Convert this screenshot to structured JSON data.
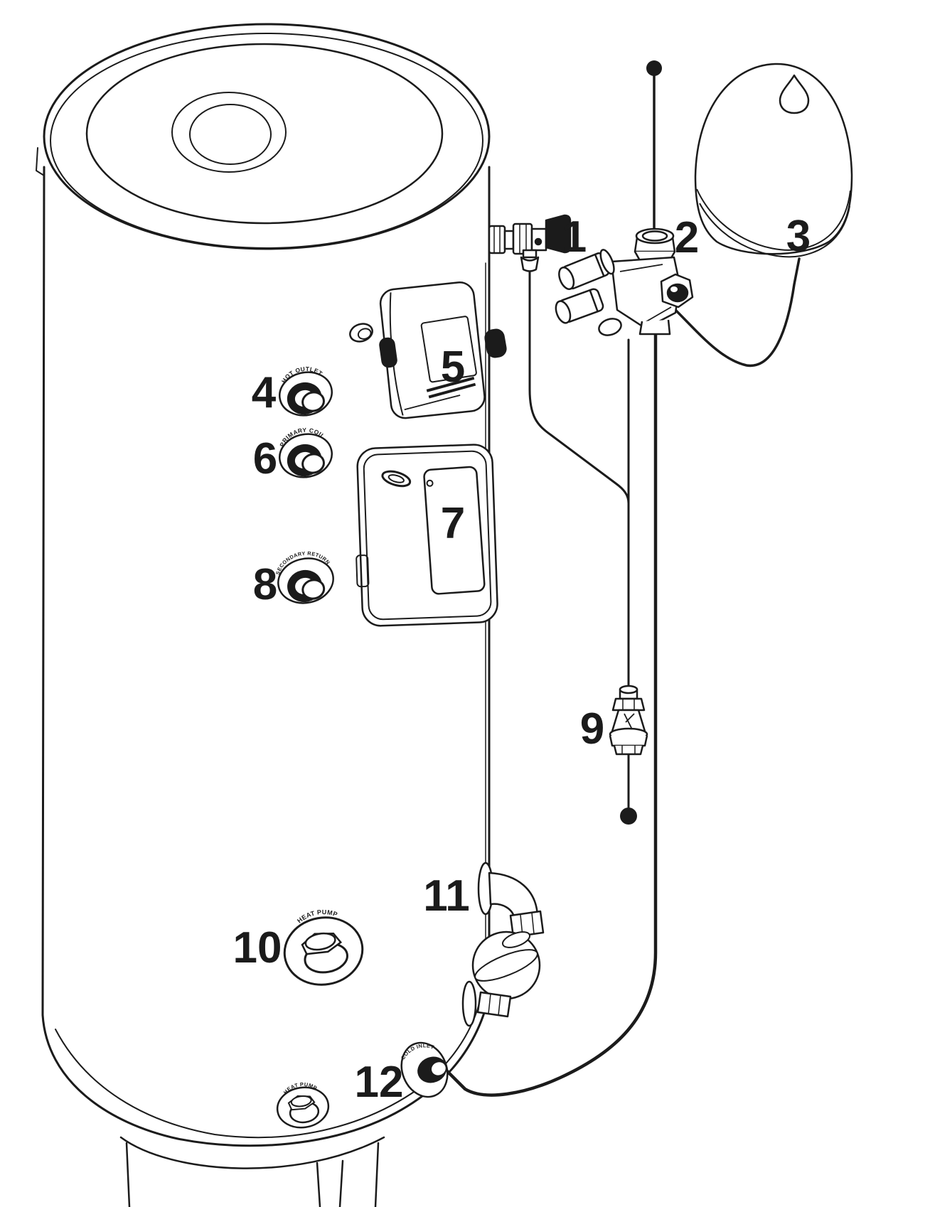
{
  "figure": {
    "ink_color": "#1b1b1b",
    "background_color": "#ffffff"
  },
  "callouts": {
    "n1": "1",
    "n2": "2",
    "n3": "3",
    "n4": "4",
    "n5": "5",
    "n6": "6",
    "n7": "7",
    "n8": "8",
    "n9": "9",
    "n10": "10",
    "n11": "11",
    "n12": "12"
  },
  "port_labels": {
    "hot_outlet": "HOT OUTLET",
    "primary_coil": "PRIMARY COIL",
    "secondary_return": "SECONDARY RETURN",
    "heat_pump_side": "HEAT PUMP",
    "heat_pump_bottom": "HEAT PUMP",
    "cold_inlet": "COLD INLET"
  }
}
